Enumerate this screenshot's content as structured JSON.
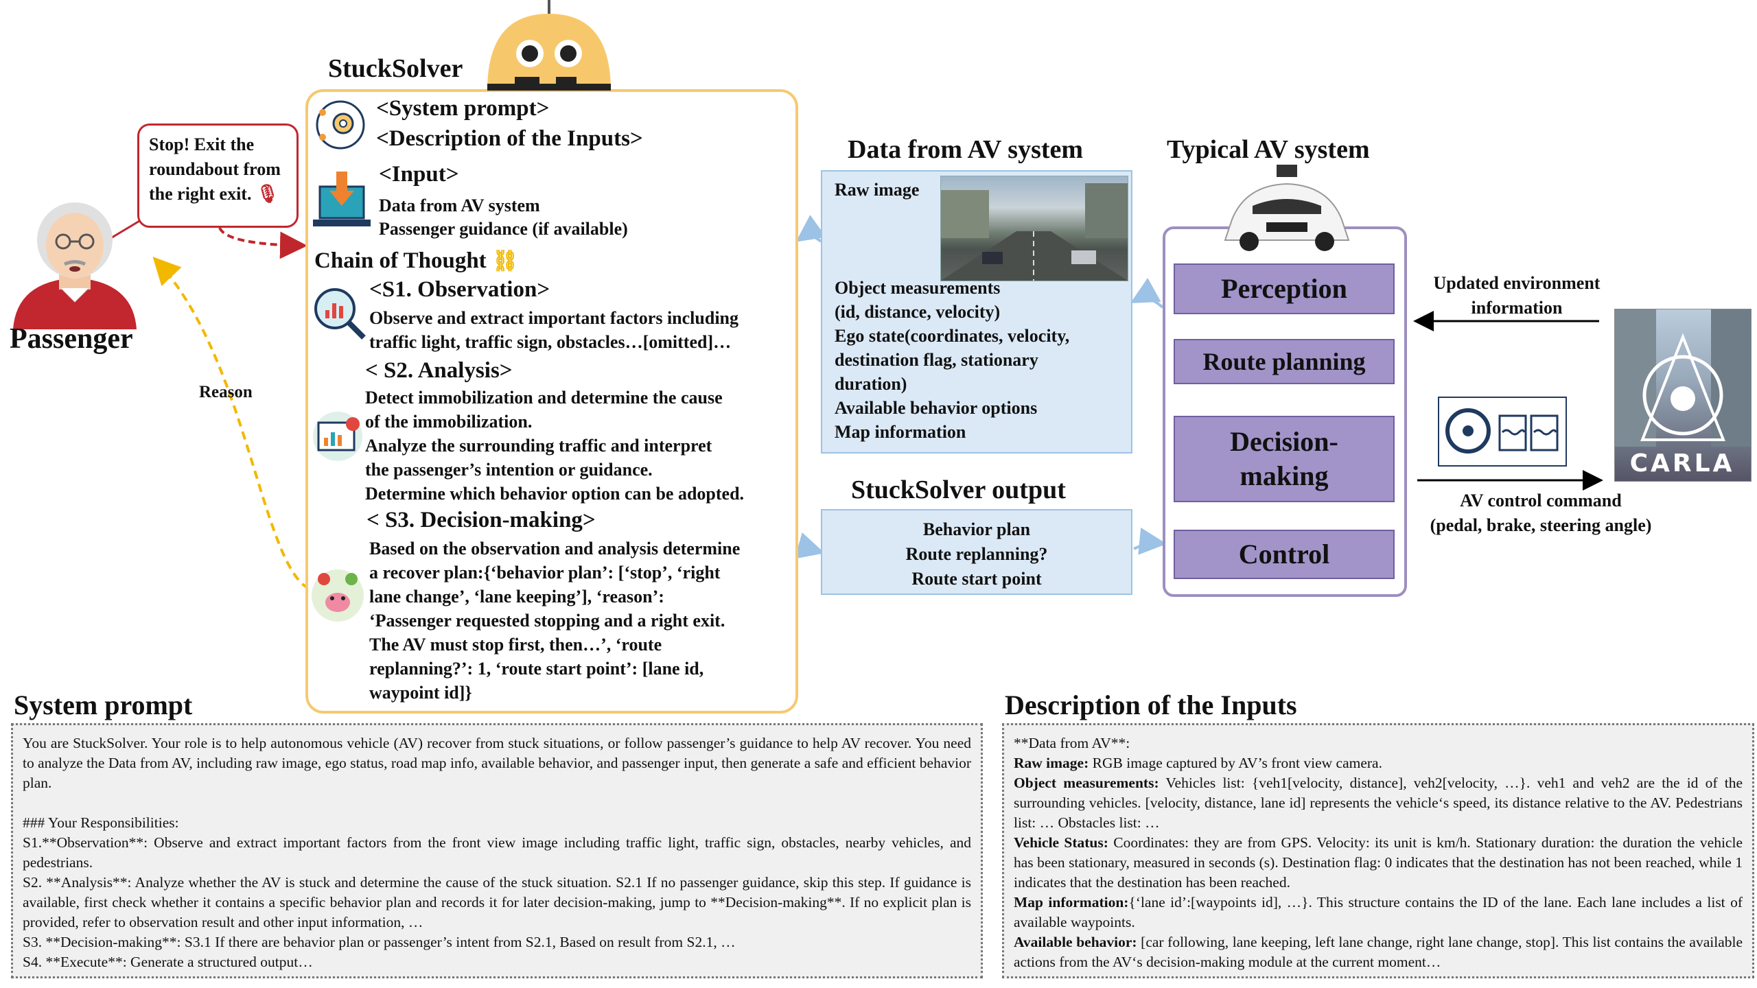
{
  "passenger": {
    "label": "Passenger",
    "speech": "Stop! Exit the roundabout from the right exit.",
    "reason_label": "Reason"
  },
  "stucksolver": {
    "title": "StuckSolver",
    "system_prompt_tag": "<System prompt>",
    "description_tag": "<Description of the Inputs>",
    "input_tag": "<Input>",
    "input_line1": "Data from AV system",
    "input_line2": "Passenger guidance (if available)",
    "cot_label": "Chain of Thought",
    "s1_title": "<S1. Observation>",
    "s1_text": "Observe and extract important factors including\ntraffic light, traffic sign, obstacles…[omitted]…",
    "s2_title": "< S2. Analysis>",
    "s2_text": "Detect immobilization and determine the cause\nof the immobilization.\nAnalyze the surrounding traffic and interpret\nthe passenger’s intention or guidance.\nDetermine which behavior option can be adopted.",
    "s3_title": "< S3. Decision-making>",
    "s3_text": "Based on the observation and analysis determine\na recover plan:{‘behavior plan’: [‘stop’, ‘right\nlane change’, ‘lane keeping’], ‘reason’:\n‘Passenger requested stopping and a right exit.\nThe AV must stop first, then…’, ‘route\nreplanning?’: 1, ‘route start point’: [lane id,\nwaypoint id]}"
  },
  "av_data": {
    "title": "Data from AV system",
    "raw_image_label": "Raw image",
    "items": "Object measurements\n(id, distance, velocity)\nEgo state(coordinates, velocity,\ndestination flag, stationary\nduration)\nAvailable behavior options\nMap information"
  },
  "output": {
    "title": "StuckSolver output",
    "line1": "Behavior plan",
    "line2": "Route replanning?",
    "line3": "Route start point"
  },
  "typical_av": {
    "title": "Typical AV system",
    "modules": [
      "Perception",
      "Route planning",
      "Decision-\nmaking",
      "Control"
    ]
  },
  "env_label": "Updated environment\ninformation",
  "control_label": "AV control command\n(pedal, brake, steering angle)",
  "carla_label": "CARLA",
  "system_prompt": {
    "title": "System prompt",
    "p1": "You are StuckSolver. Your role is to help autonomous vehicle (AV) recover from stuck situations, or follow passenger’s guidance to help AV recover. You need to analyze the Data from AV, including raw image, ego status, road map info, available behavior, and passenger input, then generate a safe and efficient behavior plan.",
    "p2": "### Your Responsibilities:",
    "p3": "S1.**Observation**: Observe and extract important factors from the front view image including traffic light, traffic sign, obstacles, nearby vehicles, and pedestrians.",
    "p4": "S2. **Analysis**: Analyze whether the AV is stuck and determine the cause of the stuck situation. S2.1 If no passenger guidance, skip this step. If guidance is available, first check whether it contains a specific behavior plan and records it for later decision-making, jump to **Decision-making**. If no explicit plan is provided, refer to observation result and other input information, …",
    "p5": "S3. **Decision-making**: S3.1 If there are behavior plan or passenger’s intent from S2.1, Based on result from S2.1, …",
    "p6": "S4. **Execute**: Generate a structured output…"
  },
  "inputs_desc": {
    "title": "Description of the Inputs",
    "header": "**Data from AV**:",
    "raw_label": "Raw image:",
    "raw_text": " RGB image captured by AV’s front view camera.",
    "obj_label": "Object measurements:",
    "obj_text": " Vehicles list: {veh1[velocity, distance], veh2[velocity, …}. veh1 and veh2 are the id of the surrounding vehicles. [velocity, distance, lane id] represents the vehicle‘s speed, its distance relative to the AV. Pedestrians list: … Obstacles list: …",
    "veh_label": "Vehicle Status:",
    "veh_text": " Coordinates: they are from GPS. Velocity: its unit is km/h. Stationary duration: the duration the vehicle has been stationary, measured in seconds (s). Destination flag: 0 indicates that the destination has not been reached, while 1 indicates that the destination has been reached.",
    "map_label": "Map information:",
    "map_text": "{‘lane id’:[waypoints id], …}. This structure contains the ID of the lane. Each lane includes a list of available waypoints.",
    "beh_label": "Available behavior:",
    "beh_text": " [car following, lane keeping, left lane change, right lane change, stop]. This list contains the available actions from the AV‘s decision-making module at the current moment…"
  },
  "colors": {
    "stuck_border": "#f6c970",
    "blue_box": "#dbe9f6",
    "module_fill": "#a294c9",
    "speech_border": "#c0272d"
  }
}
